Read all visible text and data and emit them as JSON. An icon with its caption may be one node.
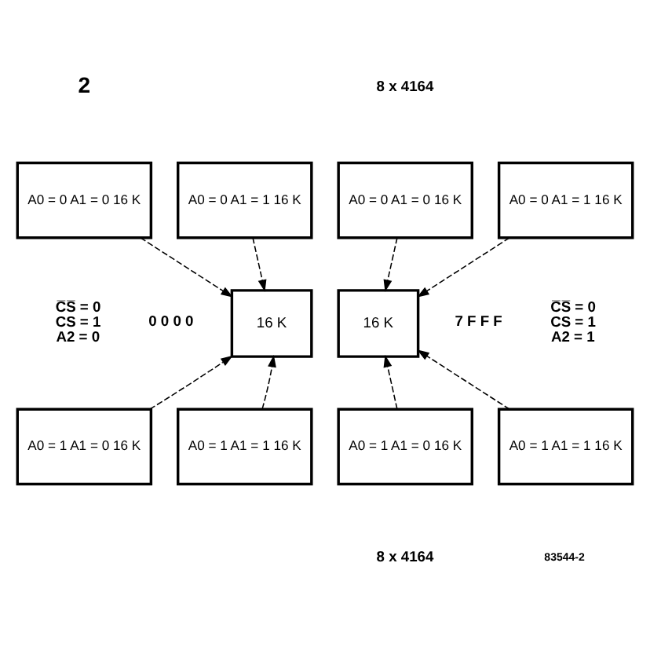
{
  "diagram": {
    "nodes": [
      {
        "text": [
          "A0 = 0 A1 = 0 16 K"
        ]
      },
      {
        "text": [
          "A0 = 0 A1 = 1 16 K"
        ]
      },
      {
        "text": [
          "A0 = 0 A1 = 0 16 K"
        ]
      },
      {
        "text": [
          "A0 = 0 A1 = 1 16 K"
        ]
      },
      {
        "text": [
          "16 K"
        ]
      },
      {
        "text": [
          "16 K"
        ]
      },
      {
        "text": [
          "A0 = 1 A1 = 0 16 K"
        ]
      },
      {
        "text": [
          "A0 = 1 A1 = 1 16 K"
        ]
      },
      {
        "text": [
          "A0 = 1 A1 = 0 16 K"
        ]
      },
      {
        "text": [
          "A0 = 1 A1 = 1 16 K"
        ]
      }
    ],
    "edges": [
      {
        "from": 0,
        "to": 4,
        "arrow": "to",
        "style": "dashed"
      },
      {
        "from": 1,
        "to": 4,
        "arrow": "to",
        "style": "dashed"
      },
      {
        "from": 2,
        "to": 5,
        "arrow": "to",
        "style": "dashed"
      },
      {
        "from": 3,
        "to": 5,
        "arrow": "to",
        "style": "dashed"
      },
      {
        "from": 6,
        "to": 4,
        "arrow": "to",
        "style": "dashed"
      },
      {
        "from": 7,
        "to": 4,
        "arrow": "to",
        "style": "dashed"
      },
      {
        "from": 8,
        "to": 5,
        "arrow": "to",
        "style": "dashed"
      },
      {
        "from": 9,
        "to": 5,
        "arrow": "to",
        "style": "dashed"
      }
    ],
    "labels": [
      "2",
      "8 x 4164",
      "C̅S̅ = 0",
      "CS = 1",
      "A2 = 0",
      "0 0 0 0",
      "7 F F F",
      "C̅S̅ = 0",
      "CS = 1",
      "A2 = 1",
      "8 x 4164",
      "83544-2"
    ]
  }
}
